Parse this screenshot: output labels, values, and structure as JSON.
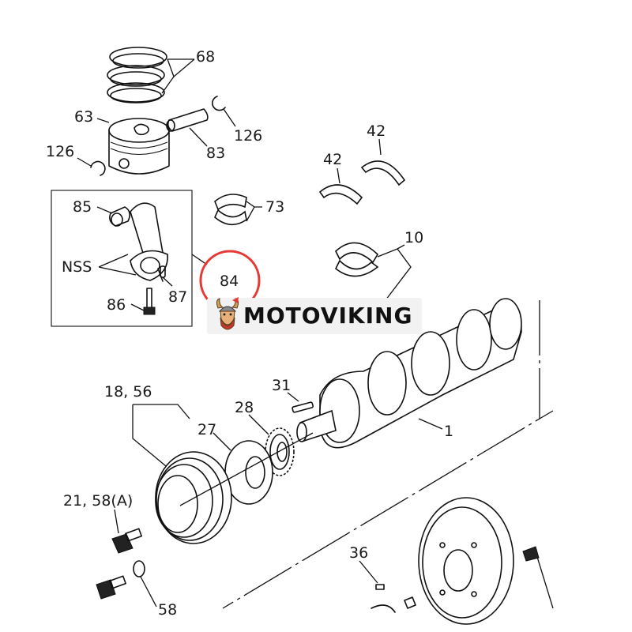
{
  "brand": {
    "text": "MOTOVIKING",
    "accent": "#e53935"
  },
  "labels": {
    "l68": "68",
    "l63": "63",
    "l126a": "126",
    "l126b": "126",
    "l83": "83",
    "l42a": "42",
    "l42b": "42",
    "l73": "73",
    "l85": "85",
    "l10": "10",
    "lnss": "NSS",
    "l84": "84",
    "l87": "87",
    "l86": "86",
    "l1856": "18, 56",
    "l31": "31",
    "l28": "28",
    "l27": "27",
    "l1": "1",
    "l2158": "21, 58(A)",
    "l36": "36",
    "l58": "58"
  }
}
